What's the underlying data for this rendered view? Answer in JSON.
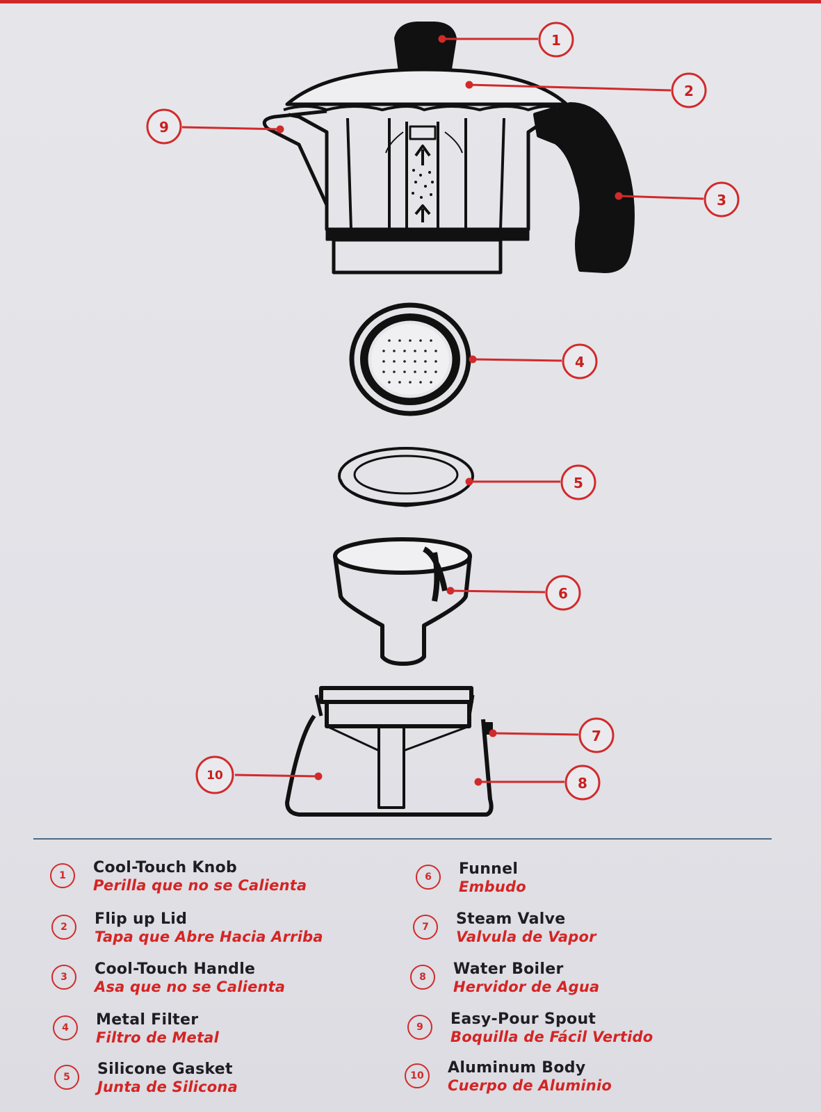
{
  "callouts": [
    "1",
    "2",
    "3",
    "4",
    "5",
    "6",
    "7",
    "8",
    "9",
    "10"
  ],
  "legend": [
    {
      "num": "1",
      "en": "Cool-Touch Knob",
      "es": "Perilla que no se Calienta"
    },
    {
      "num": "2",
      "en": "Flip up Lid",
      "es": "Tapa que Abre Hacia Arriba"
    },
    {
      "num": "3",
      "en": "Cool-Touch Handle",
      "es": "Asa que no se Calienta"
    },
    {
      "num": "4",
      "en": "Metal Filter",
      "es": "Filtro de Metal"
    },
    {
      "num": "5",
      "en": "Silicone Gasket",
      "es": "Junta de Silicona"
    },
    {
      "num": "6",
      "en": "Funnel",
      "es": "Embudo"
    },
    {
      "num": "7",
      "en": "Steam Valve",
      "es": "Valvula de Vapor"
    },
    {
      "num": "8",
      "en": "Water Boiler",
      "es": "Hervidor de Agua"
    },
    {
      "num": "9",
      "en": "Easy-Pour  Spout",
      "es": "Boquilla de Fácil Vertido"
    },
    {
      "num": "10",
      "en": "Aluminum Body",
      "es": "Cuerpo de Aluminio"
    }
  ],
  "colors": {
    "accent": "#d12a2a",
    "divider": "#4c6a86",
    "ink": "#1e1e22"
  }
}
